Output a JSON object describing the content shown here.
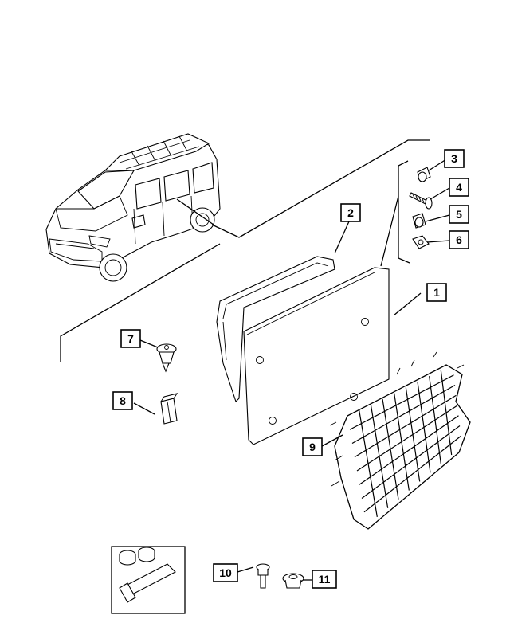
{
  "diagram": {
    "callouts": [
      {
        "id": "c1",
        "label": "1"
      },
      {
        "id": "c2",
        "label": "2"
      },
      {
        "id": "c3",
        "label": "3"
      },
      {
        "id": "c4",
        "label": "4"
      },
      {
        "id": "c5",
        "label": "5"
      },
      {
        "id": "c6",
        "label": "6"
      },
      {
        "id": "c7",
        "label": "7"
      },
      {
        "id": "c8",
        "label": "8"
      },
      {
        "id": "c9",
        "label": "9"
      },
      {
        "id": "c10",
        "label": "10"
      },
      {
        "id": "c11",
        "label": "11"
      }
    ],
    "colors": {
      "ink": "#000000",
      "background": "#ffffff"
    }
  }
}
